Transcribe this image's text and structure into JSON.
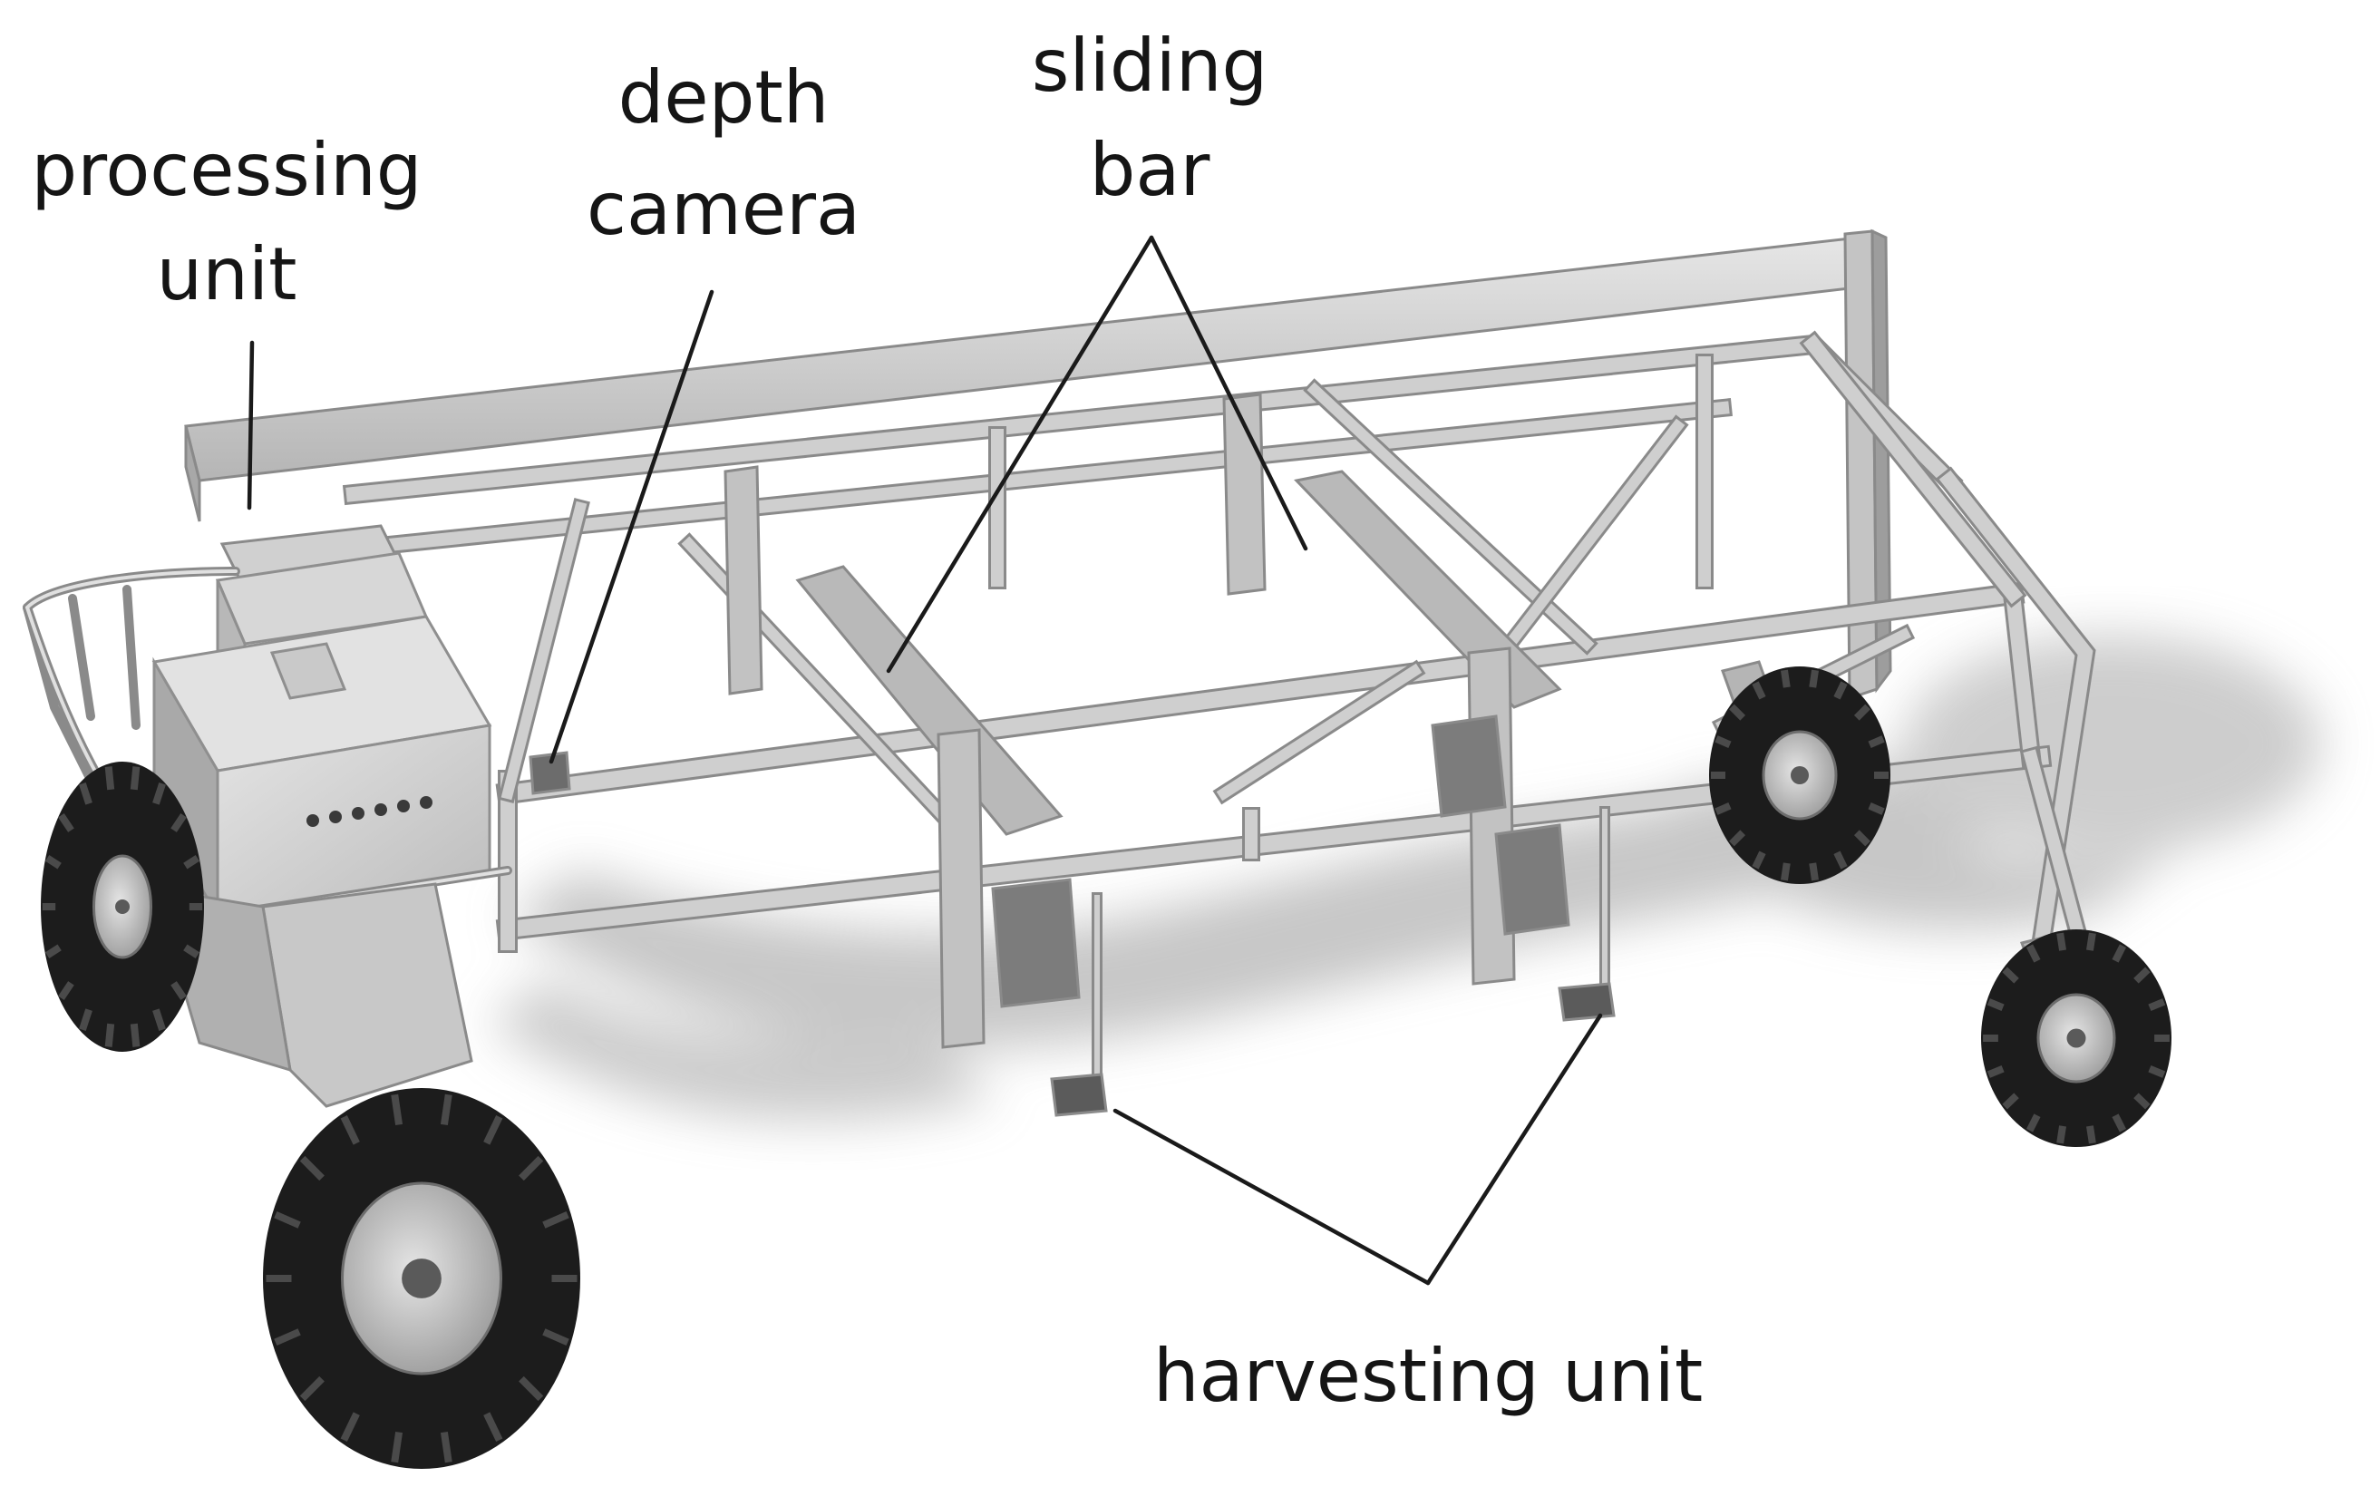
{
  "labels": {
    "processing_unit": {
      "line1": "processing",
      "line2": "unit"
    },
    "depth_camera": {
      "line1": "depth",
      "line2": "camera"
    },
    "sliding_bar": {
      "line1": "sliding",
      "line2": "bar"
    },
    "harvesting_unit": {
      "line1": "harvesting unit"
    }
  },
  "colors": {
    "frame": "#cfcfcf",
    "frame_edge": "#8a8a8a",
    "tire": "#1c1c1c",
    "hub": "#bdbdbd",
    "shadow": "#9a9a9a",
    "text": "#151515"
  }
}
